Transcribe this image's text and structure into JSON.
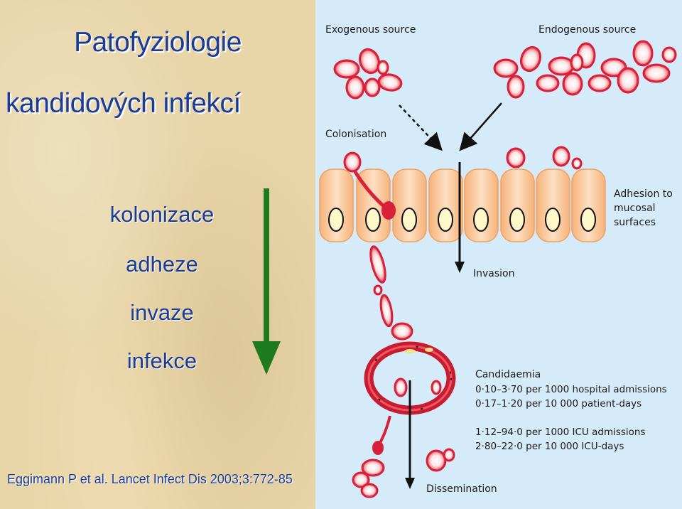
{
  "left": {
    "title_line1": "Patofyziologie",
    "title_line2": "kandidových infekcí",
    "steps": [
      "kolonizace",
      "adheze",
      "invaze",
      "infekce"
    ],
    "citation": "Eggimann P et al. Lancet Infect Dis 2003;3:772-85",
    "arrow_color": "#1e7a1e"
  },
  "diagram": {
    "exogenous": "Exogenous source",
    "endogenous": "Endogenous source",
    "colonisation": "Colonisation",
    "adhesion": [
      "Adhesion to",
      "mucosal",
      "surfaces"
    ],
    "invasion": "Invasion",
    "candidaemia": "Candidaemia",
    "stats": [
      "0·10–3·70 per 1000 hospital admissions",
      "0·17–1·20 per 10 000 patient-days",
      "1·12–94·0 per 1000 ICU admissions",
      "2·80–22·0 per 10 000 ICU-days"
    ],
    "dissemination": "Dissemination",
    "colors": {
      "background": "#d6ebf9",
      "cell": "#f7c38f",
      "yeast": "#d8203a"
    }
  }
}
